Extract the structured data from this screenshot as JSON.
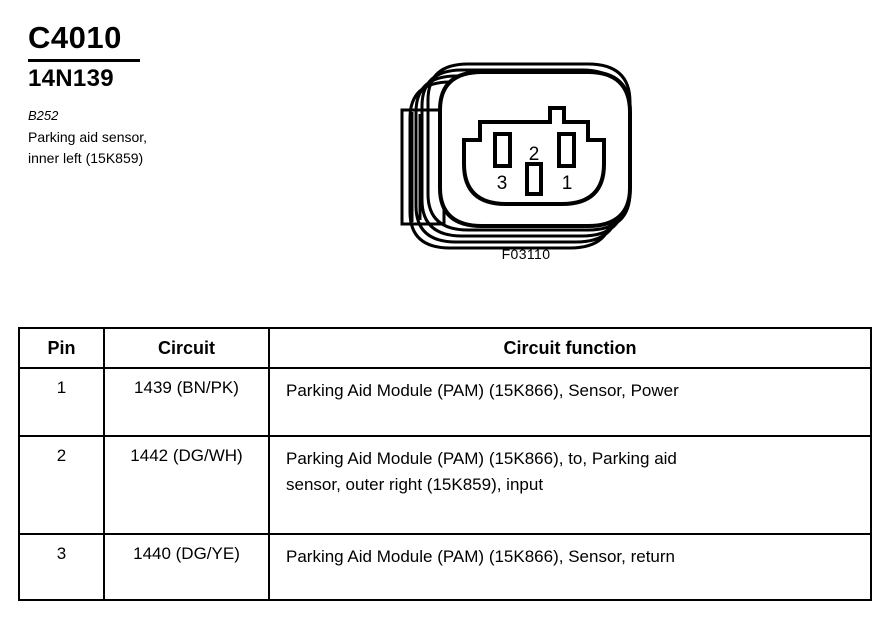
{
  "header": {
    "connector_id": "C4010",
    "part_number": "14N139",
    "grid_ref": "B252",
    "description_line_1": "Parking aid sensor,",
    "description_line_2": "inner left (15K859)"
  },
  "connector": {
    "figure_code": "F03110",
    "pin_labels": [
      "3",
      "2",
      "1"
    ],
    "cavity_count": 3
  },
  "table": {
    "headers": {
      "pin": "Pin",
      "circuit": "Circuit",
      "function": "Circuit function"
    },
    "rows": [
      {
        "pin": "1",
        "circuit": "1439 (BN/PK)",
        "function_line_1": "Parking Aid Module (PAM) (15K866), Sensor, Power",
        "function_line_2": ""
      },
      {
        "pin": "2",
        "circuit": "1442 (DG/WH)",
        "function_line_1": "Parking Aid Module (PAM) (15K866), to, Parking aid",
        "function_line_2": "sensor, outer right (15K859), input"
      },
      {
        "pin": "3",
        "circuit": "1440 (DG/YE)",
        "function_line_1": "Parking Aid Module (PAM) (15K866), Sensor, return",
        "function_line_2": ""
      }
    ]
  },
  "colors": {
    "ink": "#000000",
    "paper": "#ffffff"
  }
}
